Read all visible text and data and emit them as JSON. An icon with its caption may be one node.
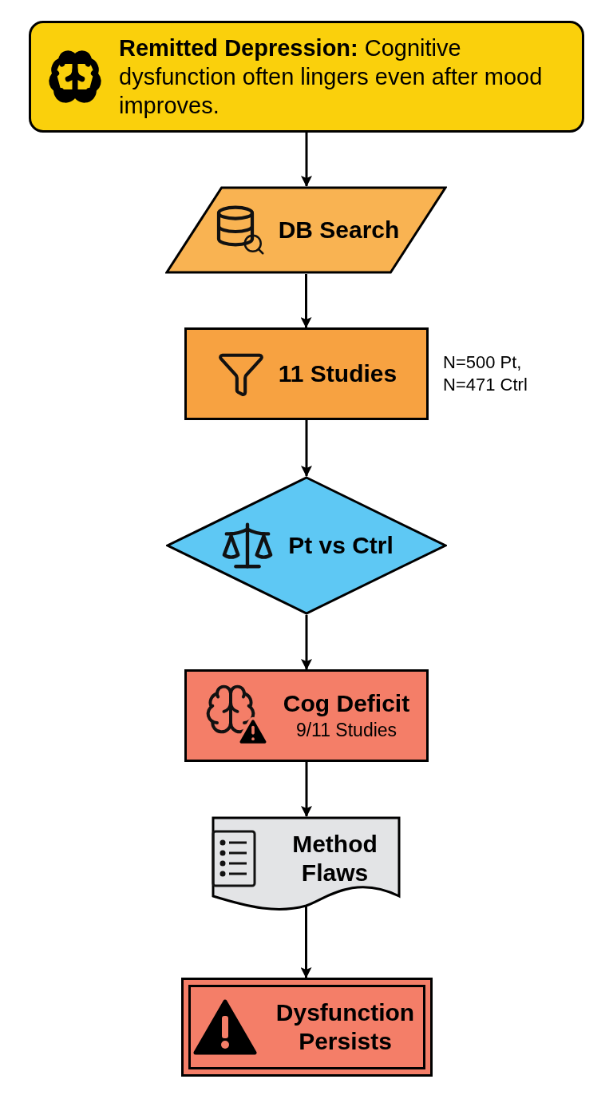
{
  "diagram": {
    "nodes": [
      {
        "text": [
          "**Remitted Depression:** Cognitive dysfunction often lingers even after mood improves."
        ]
      },
      {
        "text": [
          "DB Search"
        ]
      },
      {
        "text": [
          "11 Studies"
        ],
        "beside": [
          "N=500 Pt, N=471 Ctrl"
        ]
      },
      {
        "text": [
          "Pt vs Ctrl"
        ]
      },
      {
        "text": [
          "Cog Deficit",
          "9/11 Studies"
        ]
      },
      {
        "text": [
          "Method Flaws"
        ]
      },
      {
        "text": [
          "Dysfunction Persists"
        ]
      }
    ],
    "edges": [
      {
        "from": 0,
        "to": 1,
        "arrow": "to"
      },
      {
        "from": 1,
        "to": 2,
        "arrow": "to"
      },
      {
        "from": 2,
        "to": 3,
        "arrow": "to"
      },
      {
        "from": 3,
        "to": 4,
        "arrow": "to"
      },
      {
        "from": 4,
        "to": 5,
        "arrow": "to"
      },
      {
        "from": 5,
        "to": 6,
        "arrow": "to"
      }
    ]
  }
}
